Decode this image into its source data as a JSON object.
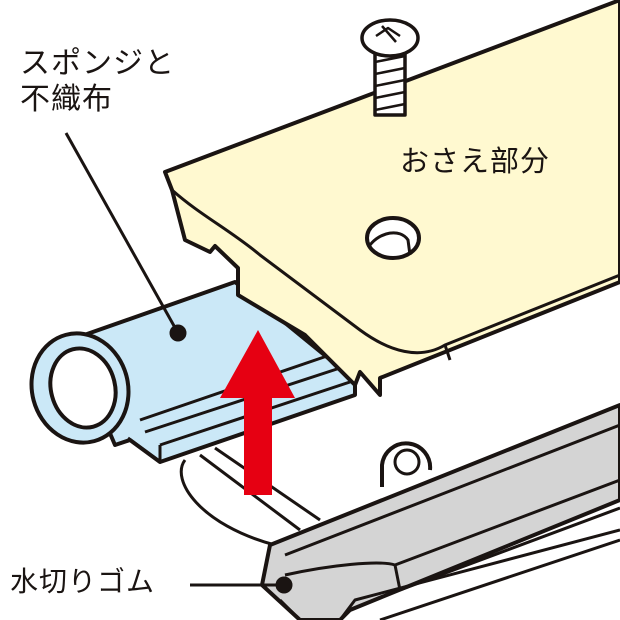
{
  "labels": {
    "sponge_line1": "スポンジと",
    "sponge_line2": "不織布",
    "press_part": "おさえ部分",
    "wiper_rubber": "水切りゴム"
  },
  "colors": {
    "outline": "#1a1412",
    "pressing_part_fill": "#fff9d0",
    "sponge_fill": "#cbe8f7",
    "rubber_fill": "#d4d4d4",
    "arrow_fill": "#e60012",
    "background": "#ffffff"
  },
  "arrow": {
    "direction": "up"
  }
}
